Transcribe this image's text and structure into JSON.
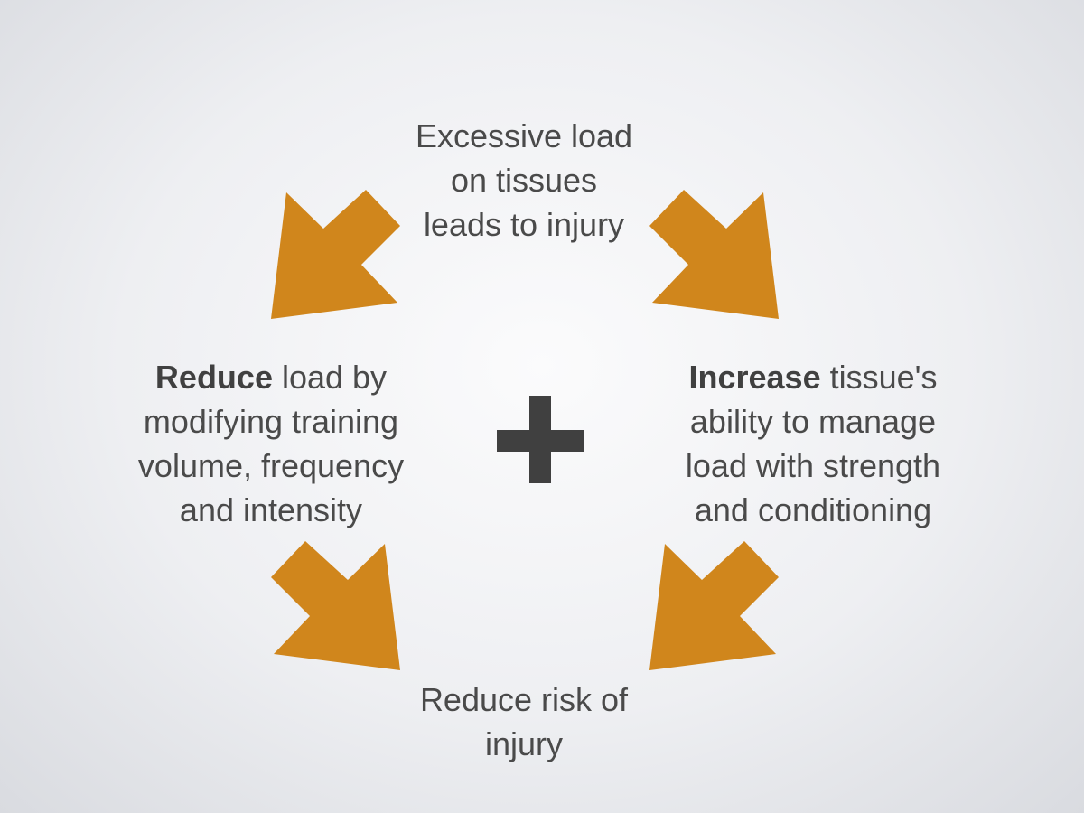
{
  "nodes": {
    "top": [
      "Excessive load",
      "on tissues",
      "leads to injury"
    ],
    "left": {
      "bold": "Reduce",
      "rest_line1": " load by",
      "lines": [
        "modifying training",
        "volume, frequency",
        "and intensity"
      ]
    },
    "right": {
      "bold": "Increase",
      "rest_line1": " tissue's",
      "lines": [
        "ability to manage",
        "load with strength",
        "and conditioning"
      ]
    },
    "bottom": [
      "Reduce risk of",
      "injury"
    ]
  },
  "center_symbol": "plus-icon",
  "colors": {
    "arrow": "#d0861c",
    "plus": "#404040",
    "text": "#4a4a4a"
  }
}
